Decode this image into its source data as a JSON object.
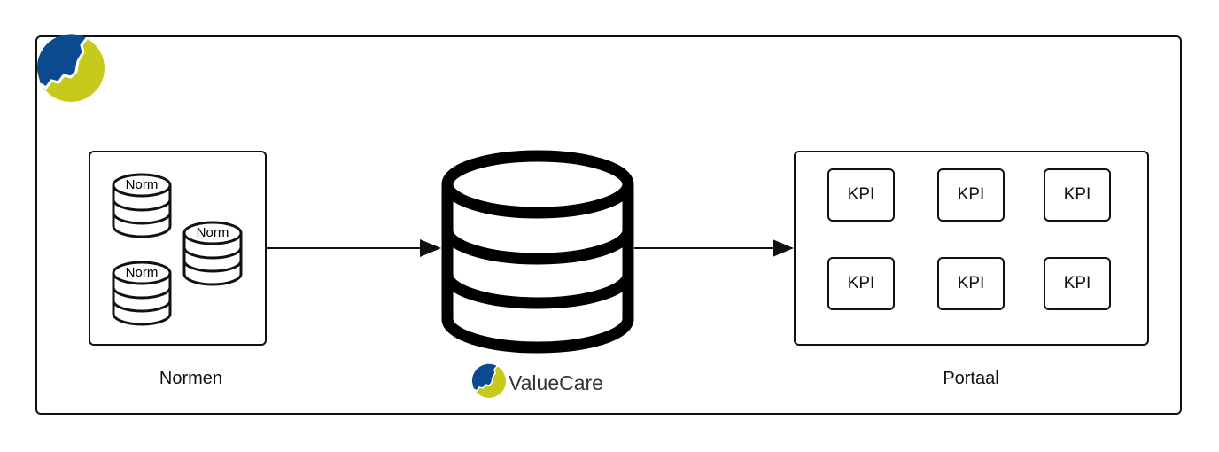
{
  "normen": {
    "label": "Normen",
    "databases": [
      "Norm",
      "Norm",
      "Norm"
    ]
  },
  "center": {
    "brand": "ValueCare"
  },
  "portaal": {
    "label": "Portaal",
    "kpis": [
      "KPI",
      "KPI",
      "KPI",
      "KPI",
      "KPI",
      "KPI"
    ]
  },
  "colors": {
    "logo_blue": "#0b4a8f",
    "logo_yellow": "#c6cb1b",
    "stroke": "#111111"
  }
}
